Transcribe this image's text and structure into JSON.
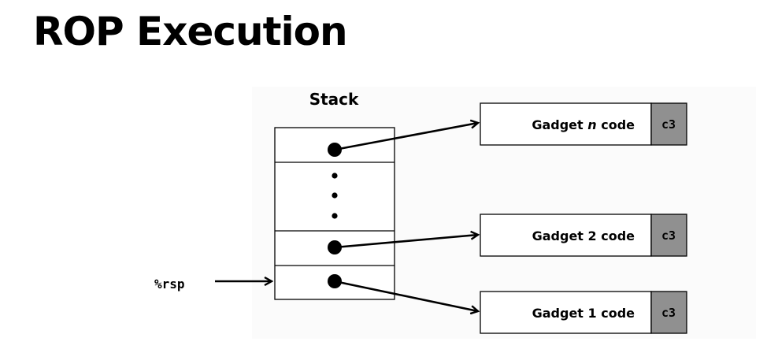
{
  "title": "ROP Execution",
  "stack": {
    "label": "Stack",
    "ellipsis_dots": 3
  },
  "register": {
    "label": "%rsp"
  },
  "gadgets": [
    {
      "prefix": "Gadget ",
      "emph": "n",
      "suffix": " code",
      "ret_byte": "c3"
    },
    {
      "prefix": "Gadget 2 code",
      "emph": "",
      "suffix": "",
      "ret_byte": "c3"
    },
    {
      "prefix": "Gadget 1 code",
      "emph": "",
      "suffix": "",
      "ret_byte": "c3"
    }
  ],
  "colors": {
    "ret_cell_fill": "#909090",
    "stroke": "#000000",
    "background": "#ffffff"
  }
}
